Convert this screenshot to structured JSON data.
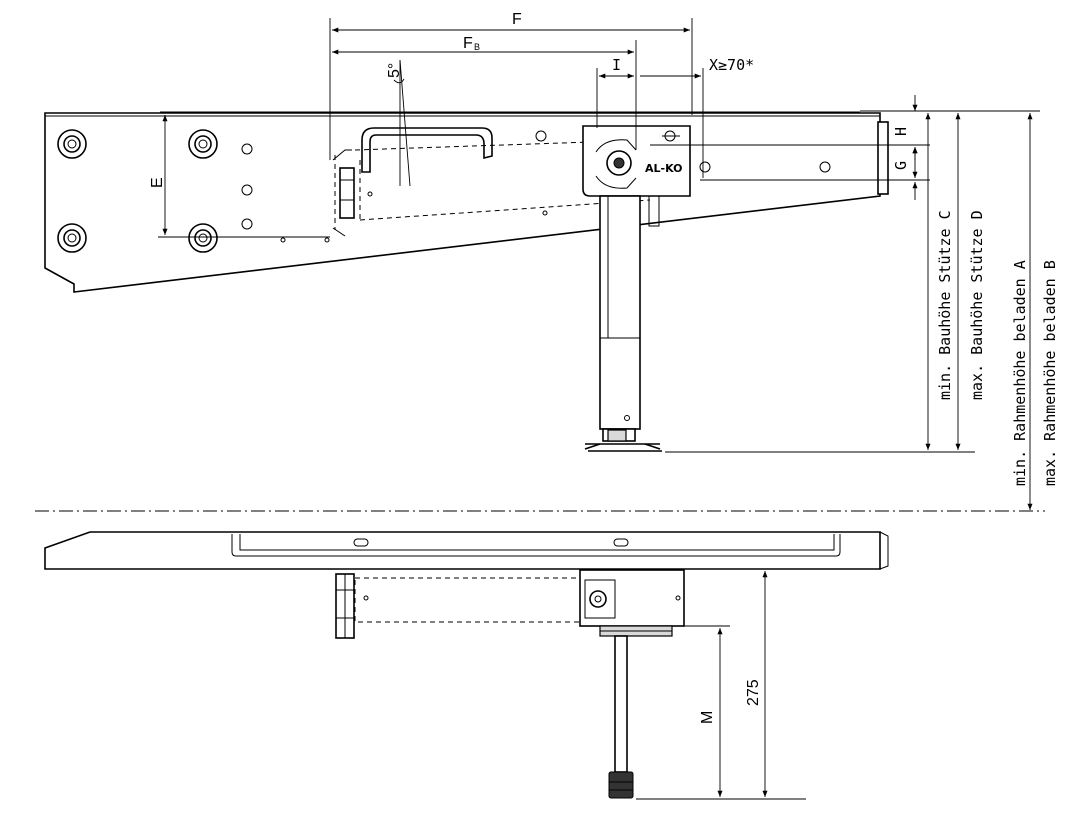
{
  "dimensions": {
    "F": "F",
    "F_B_main": "F",
    "F_B_sub": "B",
    "I": "I",
    "X": "X≥70*",
    "angle": "5°",
    "E": "E",
    "H": "H",
    "G": "G",
    "M": "M",
    "height_275": "275"
  },
  "height_labels": {
    "min_bauhoehe": "min. Bauhöhe Stütze C",
    "max_bauhoehe": "max. Bauhöhe Stütze D",
    "min_rahmenhoehe": "min. Rahmenhöhe beladen A",
    "max_rahmenhoehe": "max. Rahmenhöhe beladen B"
  },
  "logo": {
    "text": "AL-KO"
  },
  "colors": {
    "line": "#000000",
    "background": "#ffffff"
  }
}
